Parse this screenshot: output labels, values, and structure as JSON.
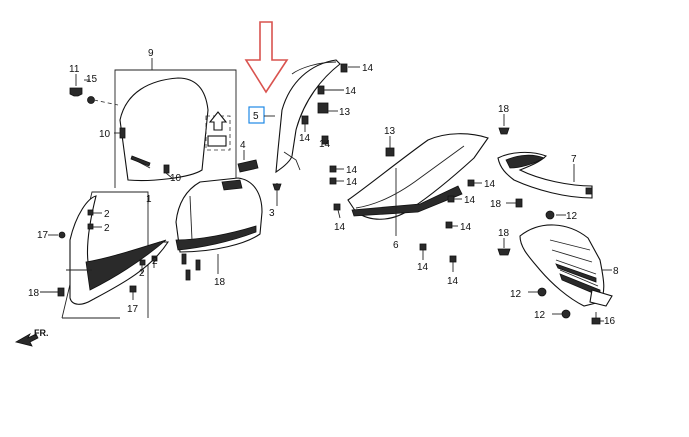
{
  "diagram": {
    "callouts": [
      {
        "id": "c9",
        "text": "9"
      },
      {
        "id": "c11",
        "text": "11"
      },
      {
        "id": "c15",
        "text": "15"
      },
      {
        "id": "c10a",
        "text": "10"
      },
      {
        "id": "c10b",
        "text": "10"
      },
      {
        "id": "c4",
        "text": "4"
      },
      {
        "id": "c5",
        "text": "5"
      },
      {
        "id": "c14a",
        "text": "14"
      },
      {
        "id": "c14b",
        "text": "14"
      },
      {
        "id": "c13a",
        "text": "13"
      },
      {
        "id": "c14c",
        "text": "14"
      },
      {
        "id": "c14d",
        "text": "14"
      },
      {
        "id": "c14e",
        "text": "14"
      },
      {
        "id": "c14f",
        "text": "14"
      },
      {
        "id": "c14g",
        "text": "14"
      },
      {
        "id": "c13b",
        "text": "13"
      },
      {
        "id": "c18a",
        "text": "18"
      },
      {
        "id": "c7",
        "text": "7"
      },
      {
        "id": "c14h",
        "text": "14"
      },
      {
        "id": "c14i",
        "text": "14"
      },
      {
        "id": "c14j",
        "text": "14"
      },
      {
        "id": "c14k",
        "text": "14"
      },
      {
        "id": "c18b",
        "text": "18"
      },
      {
        "id": "c12a",
        "text": "12"
      },
      {
        "id": "c18c",
        "text": "18"
      },
      {
        "id": "c6",
        "text": "6"
      },
      {
        "id": "c14l",
        "text": "14"
      },
      {
        "id": "c14m",
        "text": "14"
      },
      {
        "id": "c8",
        "text": "8"
      },
      {
        "id": "c12b",
        "text": "12"
      },
      {
        "id": "c12c",
        "text": "12"
      },
      {
        "id": "c16",
        "text": "16"
      },
      {
        "id": "c1",
        "text": "1"
      },
      {
        "id": "c2a",
        "text": "2"
      },
      {
        "id": "c2b",
        "text": "2"
      },
      {
        "id": "c2c",
        "text": "2"
      },
      {
        "id": "c2d",
        "text": "2"
      },
      {
        "id": "c17a",
        "text": "17"
      },
      {
        "id": "c18d",
        "text": "18"
      },
      {
        "id": "c17b",
        "text": "17"
      },
      {
        "id": "c3",
        "text": "3"
      },
      {
        "id": "c18e",
        "text": "18"
      }
    ],
    "front_indicator": "FR.",
    "highlighted_part": "5",
    "colors": {
      "highlight": "#1e88e5",
      "pointer_arrow": "#d9534f",
      "ink": "#111111"
    }
  }
}
